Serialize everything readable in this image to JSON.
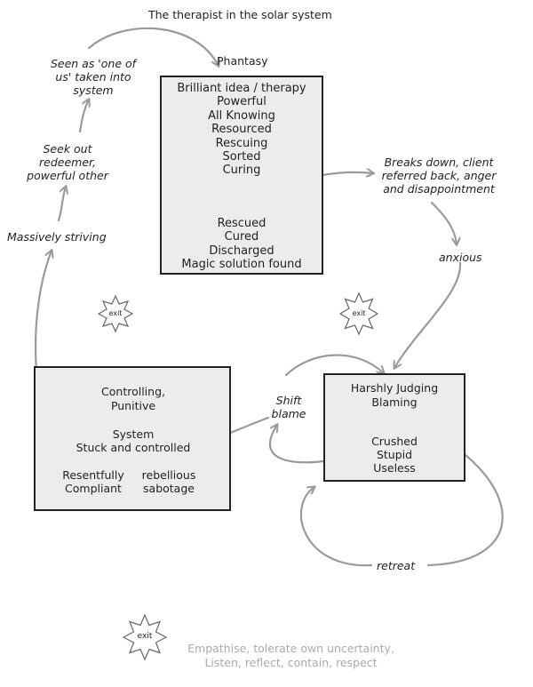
{
  "title": "The therapist in the solar system",
  "phantasy": "Phantasy",
  "top_box": {
    "upper": [
      "Brilliant idea / therapy",
      "Powerful",
      "All Knowing",
      "Resourced",
      "Rescuing",
      "Sorted",
      "Curing"
    ],
    "lower": [
      "Rescued",
      "Cured",
      "Discharged",
      "Magic solution found"
    ]
  },
  "left_box": {
    "top": [
      "Controlling,",
      "Punitive"
    ],
    "middle": [
      "System",
      "Stuck and controlled"
    ],
    "left_branch": [
      "Resentfully",
      "Compliant"
    ],
    "right_branch": [
      "rebellious",
      "sabotage"
    ]
  },
  "right_box": {
    "upper": [
      "Harshly Judging",
      "Blaming"
    ],
    "lower": [
      "Crushed",
      "Stupid",
      "Useless"
    ]
  },
  "labels": {
    "seen_as": [
      "Seen as 'one of",
      "us' taken into",
      "system"
    ],
    "seek_out": [
      "Seek out",
      "redeemer,",
      "powerful other"
    ],
    "massively": "Massively striving",
    "breaks_down": [
      "Breaks down, client",
      "referred back, anger",
      "and disappointment"
    ],
    "anxious": "anxious",
    "shift_blame": [
      "Shift",
      "blame"
    ],
    "retreat": "retreat"
  },
  "exits": [
    "exit",
    "exit",
    "exit"
  ],
  "footer": [
    "Empathise, tolerate own uncertainty,",
    "Listen, reflect, contain, respect"
  ]
}
